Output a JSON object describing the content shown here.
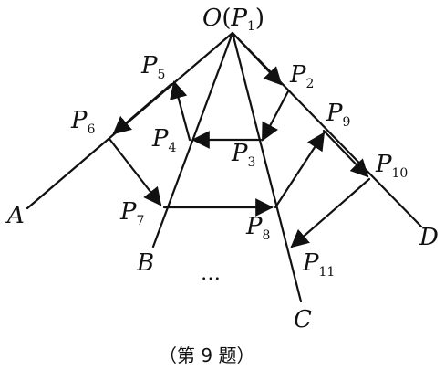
{
  "labels": {
    "origin_main": "O",
    "origin_paren_open": "(",
    "origin_p": "P",
    "origin_sub": "1",
    "origin_paren_close": ")",
    "p2": "P",
    "p2_sub": "2",
    "p3": "P",
    "p3_sub": "3",
    "p4": "P",
    "p4_sub": "4",
    "p5": "P",
    "p5_sub": "5",
    "p6": "P",
    "p6_sub": "6",
    "p7": "P",
    "p7_sub": "7",
    "p8": "P",
    "p8_sub": "8",
    "p9": "P",
    "p9_sub": "9",
    "p10": "P",
    "p10_sub": "10",
    "p11": "P",
    "p11_sub": "11",
    "a": "A",
    "b": "B",
    "c": "C",
    "d": "D",
    "ellipsis": "…"
  },
  "caption": "（第 9 题）"
}
